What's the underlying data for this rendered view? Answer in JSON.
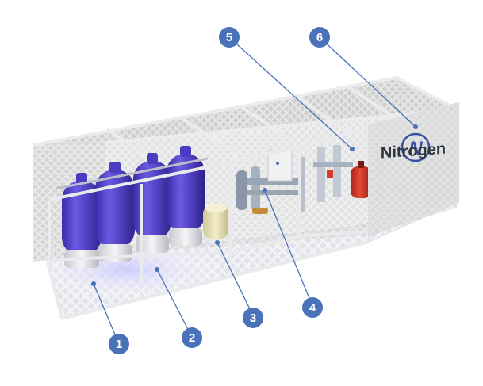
{
  "brand": {
    "name": "Nitrogen",
    "logo_letter": "N",
    "color": "#3a4fa3"
  },
  "callouts": [
    {
      "number": "1"
    },
    {
      "number": "2"
    },
    {
      "number": "3"
    },
    {
      "number": "4"
    },
    {
      "number": "5"
    },
    {
      "number": "6"
    }
  ],
  "colors": {
    "callout_fill": "#4a72b8",
    "cylinder": "#5544c8",
    "receiver_tank": "#d63a2a",
    "small_tank": "#e8e2b4",
    "mesh": "#d7d7d7",
    "frame": "#e9e9ea"
  }
}
